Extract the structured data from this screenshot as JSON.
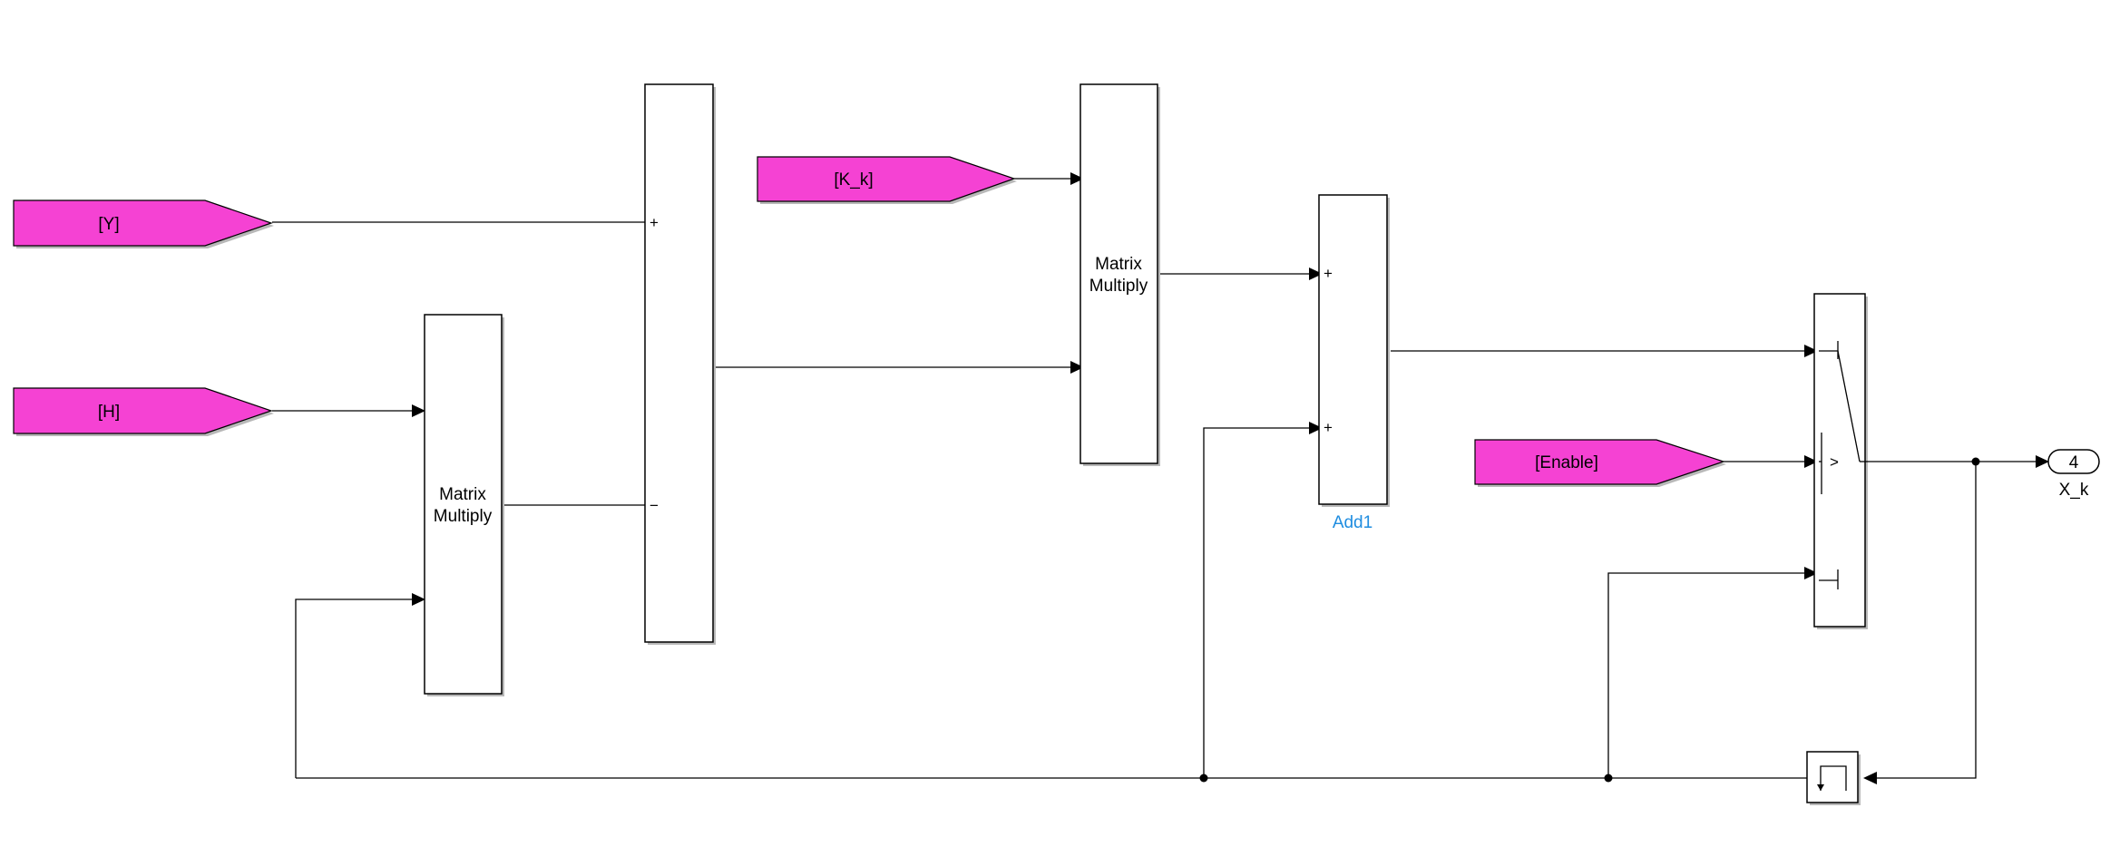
{
  "goto_tags": {
    "y": "[Y]",
    "h": "[H]",
    "k_k": "[K_k]",
    "enable": "[Enable]"
  },
  "blocks": {
    "matmul_1": {
      "line1": "Matrix",
      "line2": "Multiply"
    },
    "matmul_2": {
      "line1": "Matrix",
      "line2": "Multiply"
    },
    "sum_1": {
      "sign_top": "+",
      "sign_bottom": "−"
    },
    "add1": {
      "sign_top": "+",
      "sign_bottom": "+",
      "name": "Add1"
    },
    "switch": {
      "criterion": ">"
    },
    "outport": {
      "number": "4",
      "name": "X_k"
    }
  },
  "colors": {
    "goto_fill": "#f542d3",
    "block_name_blue": "#1f8de0",
    "wire": "#000000"
  },
  "icons": {
    "unit_delay": "unit-delay-step-icon"
  }
}
